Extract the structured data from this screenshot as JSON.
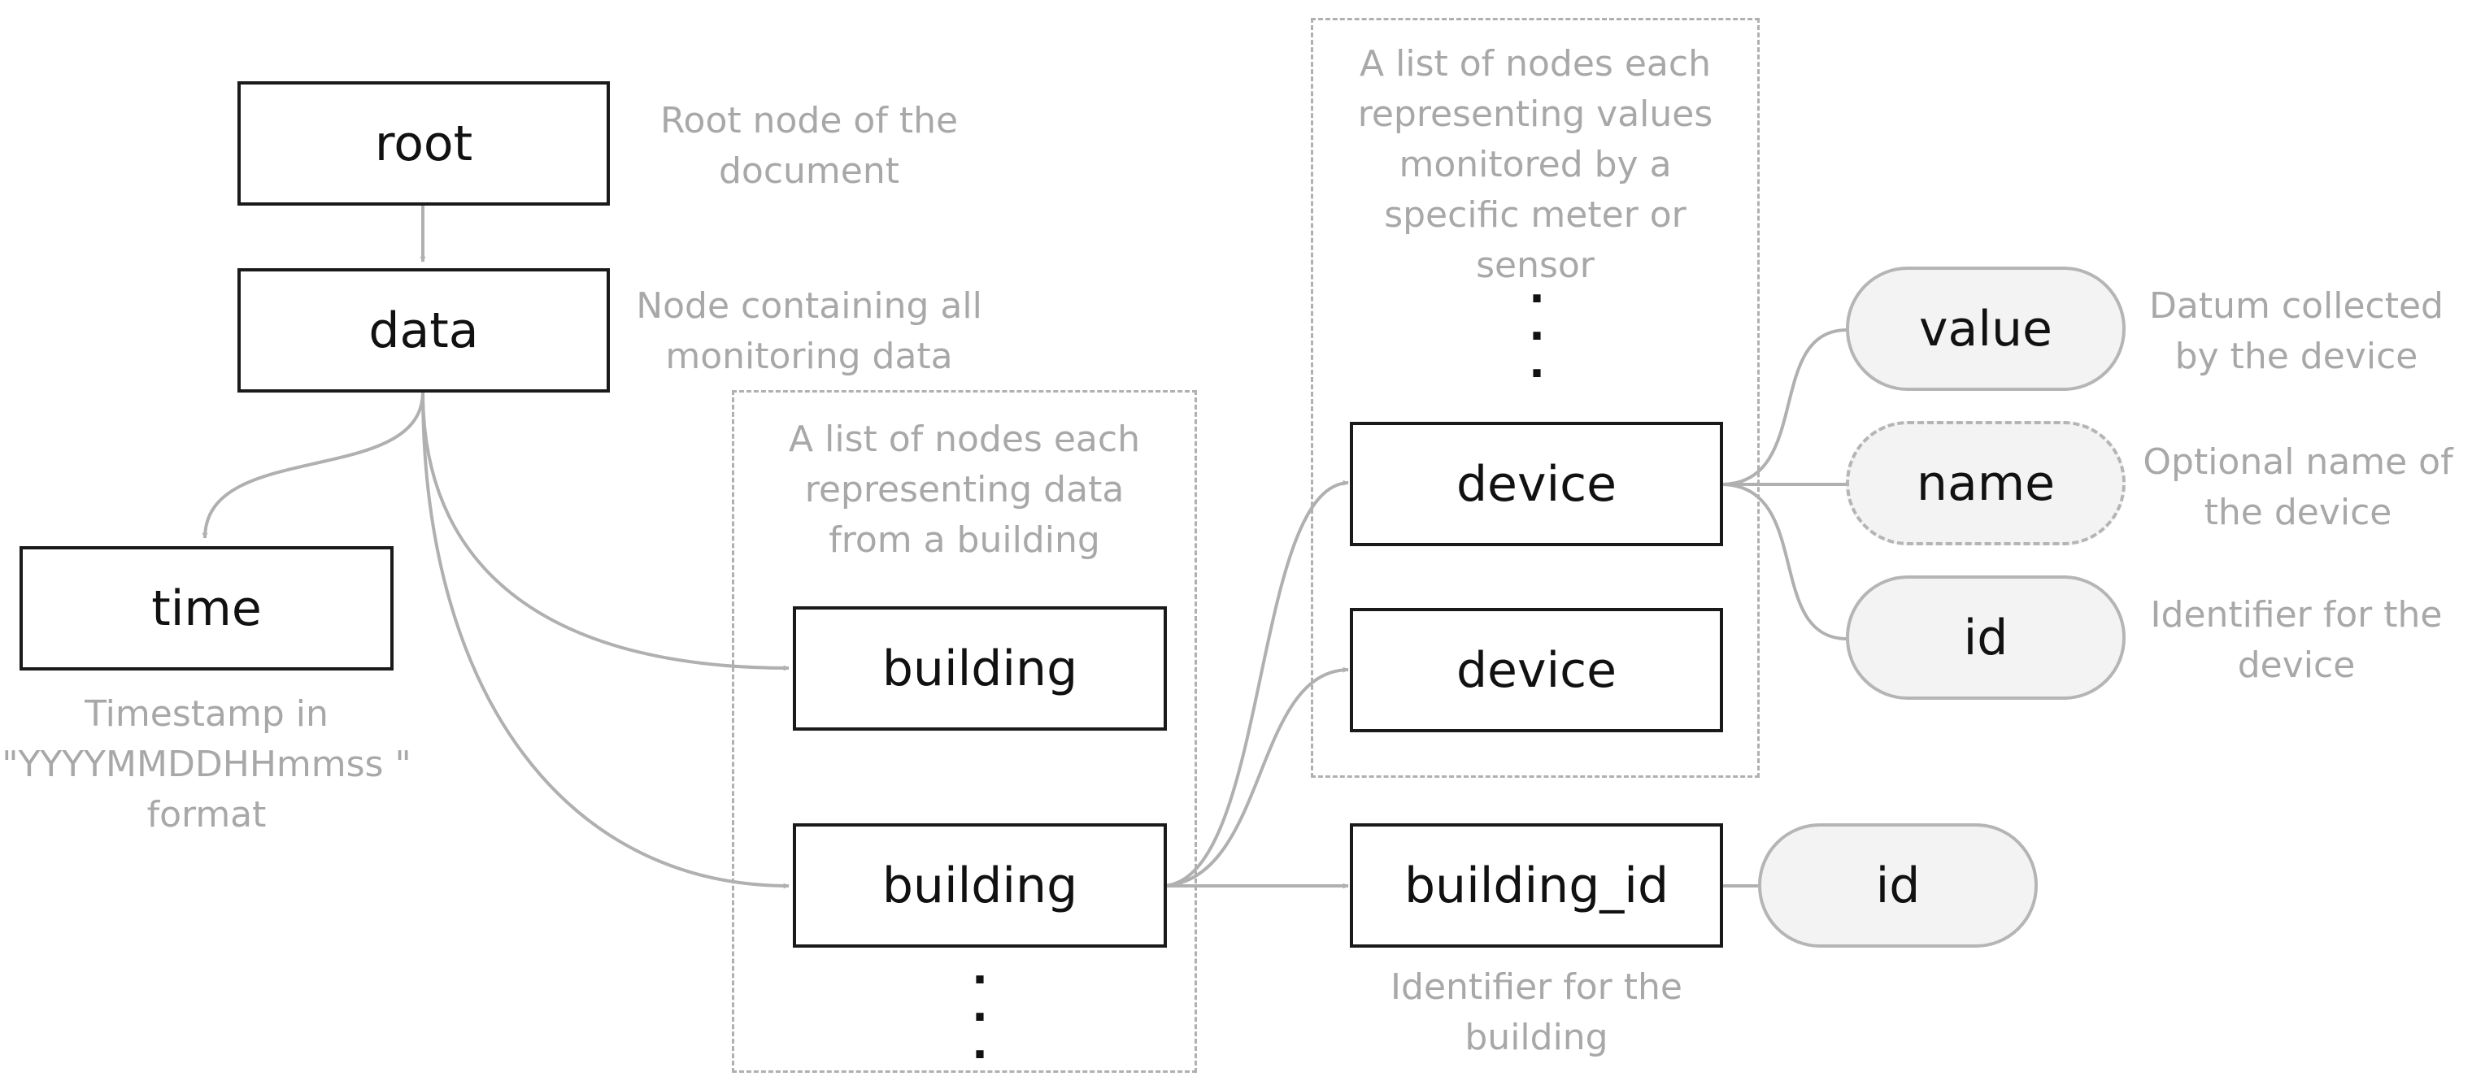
{
  "nodes": {
    "root": "root",
    "data": "data",
    "time": "time",
    "building_1": "building",
    "building_2": "building",
    "device_1": "device",
    "device_2": "device",
    "building_id": "building_id"
  },
  "attributes": {
    "value": "value",
    "name": "name",
    "device_id": "id",
    "building_id": "id"
  },
  "captions": {
    "root": "Root node of the\ndocument",
    "data": "Node containing all\nmonitoring data",
    "time": "Timestamp in\n\"YYYYMMDDHHmmss \"\nformat",
    "building_group": "A list of  nodes each\nrepresenting data\nfrom a building",
    "device_group": "A list of  nodes each\nrepresenting values\nmonitored by a\nspecific meter or\nsensor",
    "value": "Datum collected\nby the device",
    "name": "Optional name of\nthe device",
    "device_id": "Identifier for the\ndevice",
    "building_id": "Identifier for the\nbuilding"
  },
  "ellipsis": {
    "building_list": ".\n.\n.",
    "device_list": ".\n.\n."
  },
  "colors": {
    "node_border": "#1a1a1a",
    "connector": "#b0b0b0",
    "caption": "#a8a8a8",
    "attribute_fill": "#f3f3f3"
  }
}
